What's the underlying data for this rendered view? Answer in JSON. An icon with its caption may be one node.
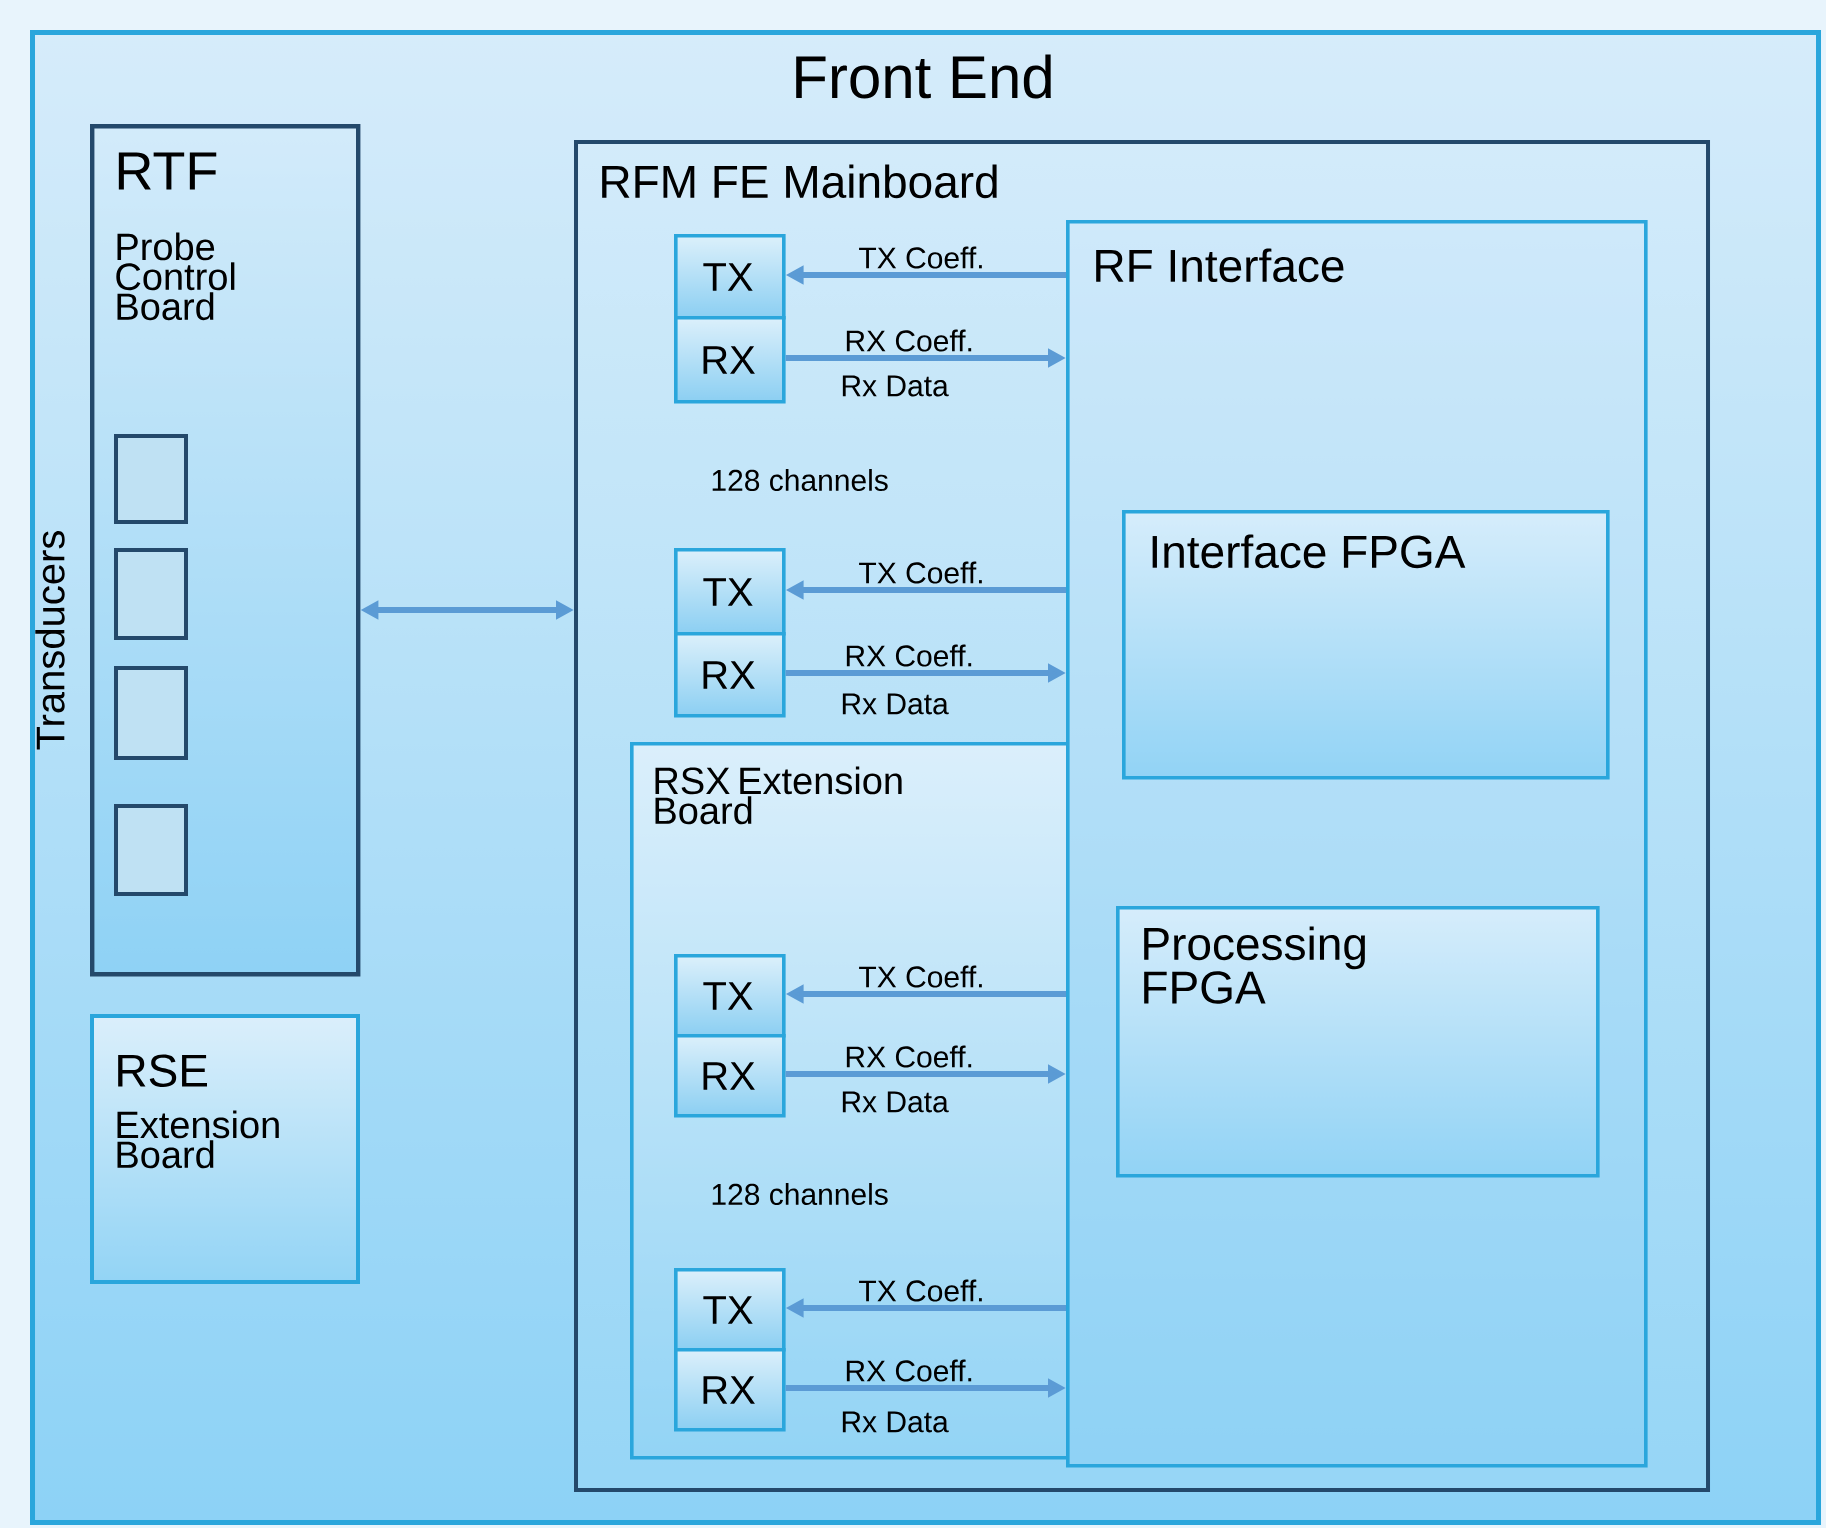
{
  "diagram": {
    "nodes": [
      {
        "text": [
          "Front End"
        ]
      },
      {
        "text": [
          "RTF",
          "Probe Control Board"
        ],
        "in": 0
      },
      {
        "text": [],
        "shape": "box",
        "in": 1
      },
      {
        "text": [],
        "shape": "box",
        "in": 1
      },
      {
        "text": [],
        "shape": "box",
        "in": 1
      },
      {
        "text": [],
        "shape": "box",
        "in": 1
      },
      {
        "text": [
          "RSE",
          "Extension Board"
        ],
        "in": 0
      },
      {
        "text": [
          "RFM FE Mainboard"
        ],
        "in": 0
      },
      {
        "text": [
          "TX"
        ],
        "in": 7
      },
      {
        "text": [
          "RX"
        ],
        "in": 7
      },
      {
        "text": [
          "TX"
        ],
        "in": 7
      },
      {
        "text": [
          "RX"
        ],
        "in": 7
      },
      {
        "text": [
          "RSX Extension Board"
        ],
        "in": 7
      },
      {
        "text": [
          "TX"
        ],
        "in": 12
      },
      {
        "text": [
          "RX"
        ],
        "in": 12
      },
      {
        "text": [
          "TX"
        ],
        "in": 12
      },
      {
        "text": [
          "RX"
        ],
        "in": 12
      },
      {
        "text": [
          "RF Interface"
        ],
        "in": 7
      },
      {
        "text": [
          "Interface FPGA"
        ],
        "in": 17
      },
      {
        "text": [
          "Processing FPGA"
        ],
        "in": 17
      }
    ],
    "edges": [
      {
        "from": 1,
        "to": 7,
        "arrow": "both"
      },
      {
        "from": 17,
        "to": 8,
        "arrow": "to",
        "label": "TX Coeff."
      },
      {
        "from": 9,
        "to": 17,
        "arrow": "to",
        "label": "RX Coeff."
      },
      {
        "from": 17,
        "to": 10,
        "arrow": "to",
        "label": "TX Coeff."
      },
      {
        "from": 11,
        "to": 17,
        "arrow": "to",
        "label": "RX Coeff."
      },
      {
        "from": 17,
        "to": 13,
        "arrow": "to",
        "label": "TX Coeff."
      },
      {
        "from": 14,
        "to": 17,
        "arrow": "to",
        "label": "RX Coeff."
      },
      {
        "from": 17,
        "to": 15,
        "arrow": "to",
        "label": "TX Coeff."
      },
      {
        "from": 16,
        "to": 17,
        "arrow": "to",
        "label": "RX Coeff."
      }
    ],
    "labels": [
      "Transducers",
      "Rx Data",
      "128 channels",
      "Rx Data",
      "Rx Data",
      "128 channels",
      "Rx Data"
    ]
  }
}
